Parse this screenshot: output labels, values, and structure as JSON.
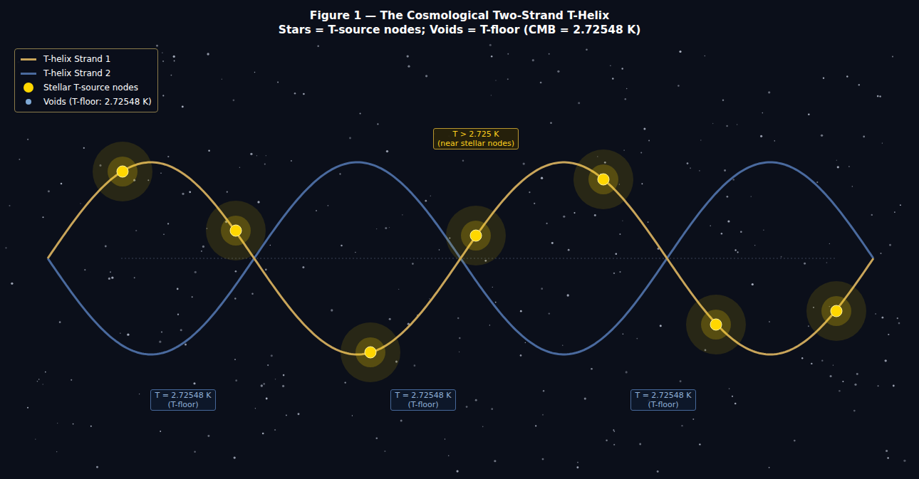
{
  "diagram": {
    "title": "Figure 1  —  The Cosmological Two-Strand T-Helix",
    "nodes": [
      {
        "text": [
          "T > 2.725 K",
          "(near stellar nodes)"
        ]
      },
      {
        "text": [
          "T = 2.72548 K",
          "(T-floor)"
        ]
      },
      {
        "text": [
          "T = 2.72548 K",
          "(T-floor)"
        ]
      },
      {
        "text": [
          "T = 2.72548 K",
          "(T-floor)"
        ]
      }
    ],
    "labels": [
      "Stars = T-source nodes; Voids = T-floor (CMB = 2.72548 K)"
    ],
    "legend": [
      {
        "text": "T-helix Strand 1"
      },
      {
        "text": "T-helix Strand 2"
      },
      {
        "text": "Stellar T-source nodes",
        "color": "#ffd700"
      },
      {
        "text": "Voids (T-floor: 2.72548 K)",
        "color": "#7fa9d6"
      }
    ]
  }
}
